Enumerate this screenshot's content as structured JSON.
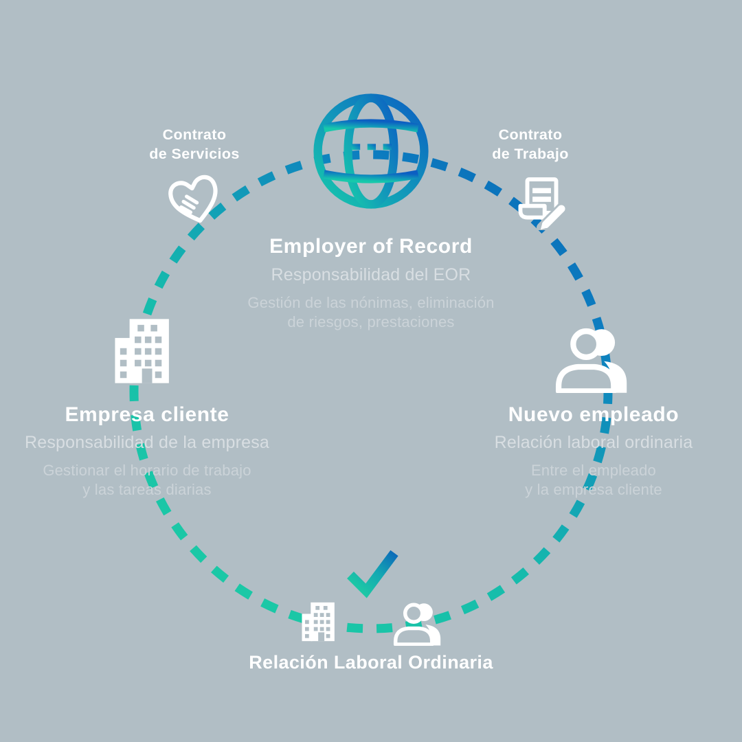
{
  "colors": {
    "background": "#b1bec5",
    "teal": "#17c3ab",
    "blue": "#0d6db6",
    "heading": "#ffffff",
    "subtitle": "#d8dee2",
    "body": "#cbd3d8"
  },
  "top_left_label": {
    "line1": "Contrato",
    "line2": "de Servicios",
    "icon": "handshake-icon"
  },
  "top_right_label": {
    "line1": "Contrato",
    "line2": "de Trabajo",
    "icon": "contract-pen-icon"
  },
  "center": {
    "icon": "globe-icon",
    "title": "Employer of Record",
    "subtitle": "Responsabilidad del EOR",
    "description_line1": "Gestión de las nónimas, eliminación",
    "description_line2": "de riesgos, prestaciones"
  },
  "left": {
    "icon": "office-building-icon",
    "title": "Empresa cliente",
    "subtitle": "Responsabilidad de la empresa",
    "description_line1": "Gestionar el horario de trabajo",
    "description_line2": "y las tareas diarias"
  },
  "right": {
    "icon": "employees-icon",
    "title": "Nuevo empleado",
    "subtitle": "Relación laboral ordinaria",
    "description_line1": "Entre el empleado",
    "description_line2": "y la empresa cliente"
  },
  "bottom": {
    "icons": [
      "office-building-icon",
      "employees-icon",
      "checkmark-icon"
    ],
    "label": "Relación Laboral Ordinaria"
  }
}
